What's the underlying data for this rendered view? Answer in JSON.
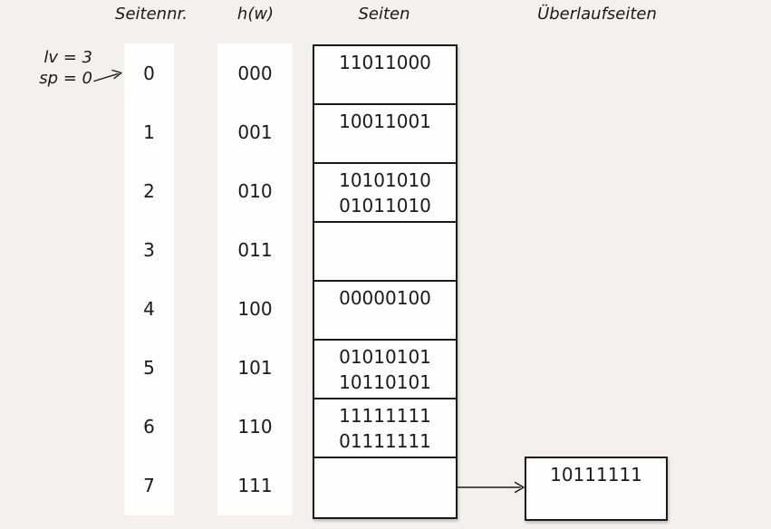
{
  "headers": {
    "seitennr": "Seitennr.",
    "hw": "h(w)",
    "seiten": "Seiten",
    "ueberlaufseiten": "Überlaufseiten"
  },
  "annotation": {
    "lv": "lv = 3",
    "sp": "sp = 0"
  },
  "table": {
    "rows": [
      {
        "page": "0",
        "hash": "000",
        "line1": "11011000",
        "line2": ""
      },
      {
        "page": "1",
        "hash": "001",
        "line1": "10011001",
        "line2": ""
      },
      {
        "page": "2",
        "hash": "010",
        "line1": "10101010",
        "line2": "01011010"
      },
      {
        "page": "3",
        "hash": "011",
        "line1": "",
        "line2": ""
      },
      {
        "page": "4",
        "hash": "100",
        "line1": "00000100",
        "line2": ""
      },
      {
        "page": "5",
        "hash": "101",
        "line1": "01010101",
        "line2": "10110101"
      },
      {
        "page": "6",
        "hash": "110",
        "line1": "11111111",
        "line2": "01111111"
      },
      {
        "page": "7",
        "hash": "111",
        "line1": "",
        "line2": ""
      }
    ]
  },
  "note_rows_fix": "",
  "overflow": {
    "box": {
      "line1": "10111111",
      "line2": "",
      "linked_page": "7"
    }
  },
  "colors": {
    "background": "#f2f1ef",
    "panel": "#fefefe",
    "stroke": "#1a1a1a"
  }
}
